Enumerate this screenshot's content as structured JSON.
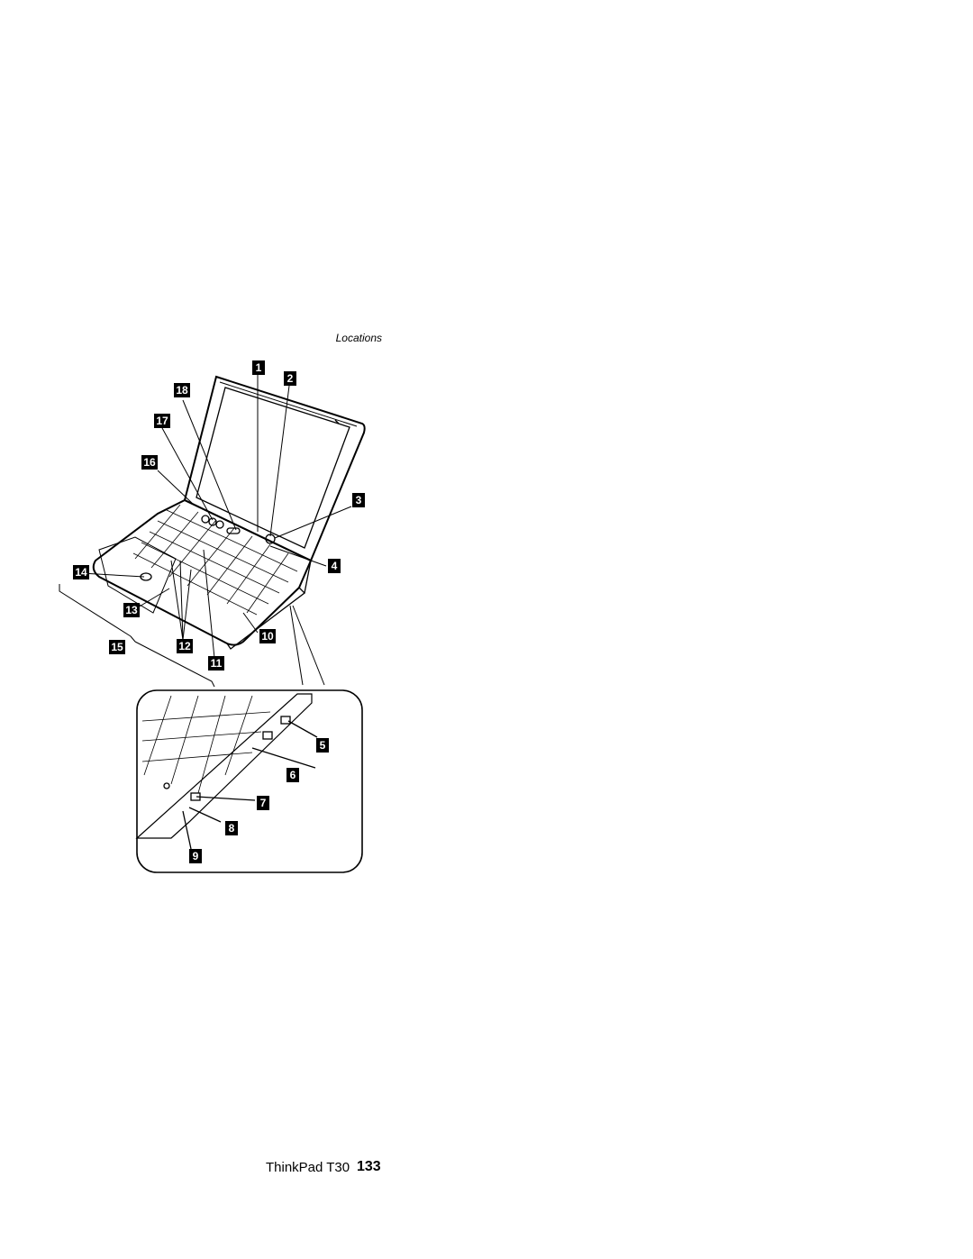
{
  "header": {
    "section_title": "Locations"
  },
  "figure": {
    "callouts": [
      "1",
      "2",
      "3",
      "4",
      "5",
      "6",
      "7",
      "8",
      "9",
      "10",
      "11",
      "12",
      "13",
      "14",
      "15",
      "16",
      "17",
      "18"
    ]
  },
  "footer": {
    "product": "ThinkPad T30",
    "page_number": "133"
  }
}
